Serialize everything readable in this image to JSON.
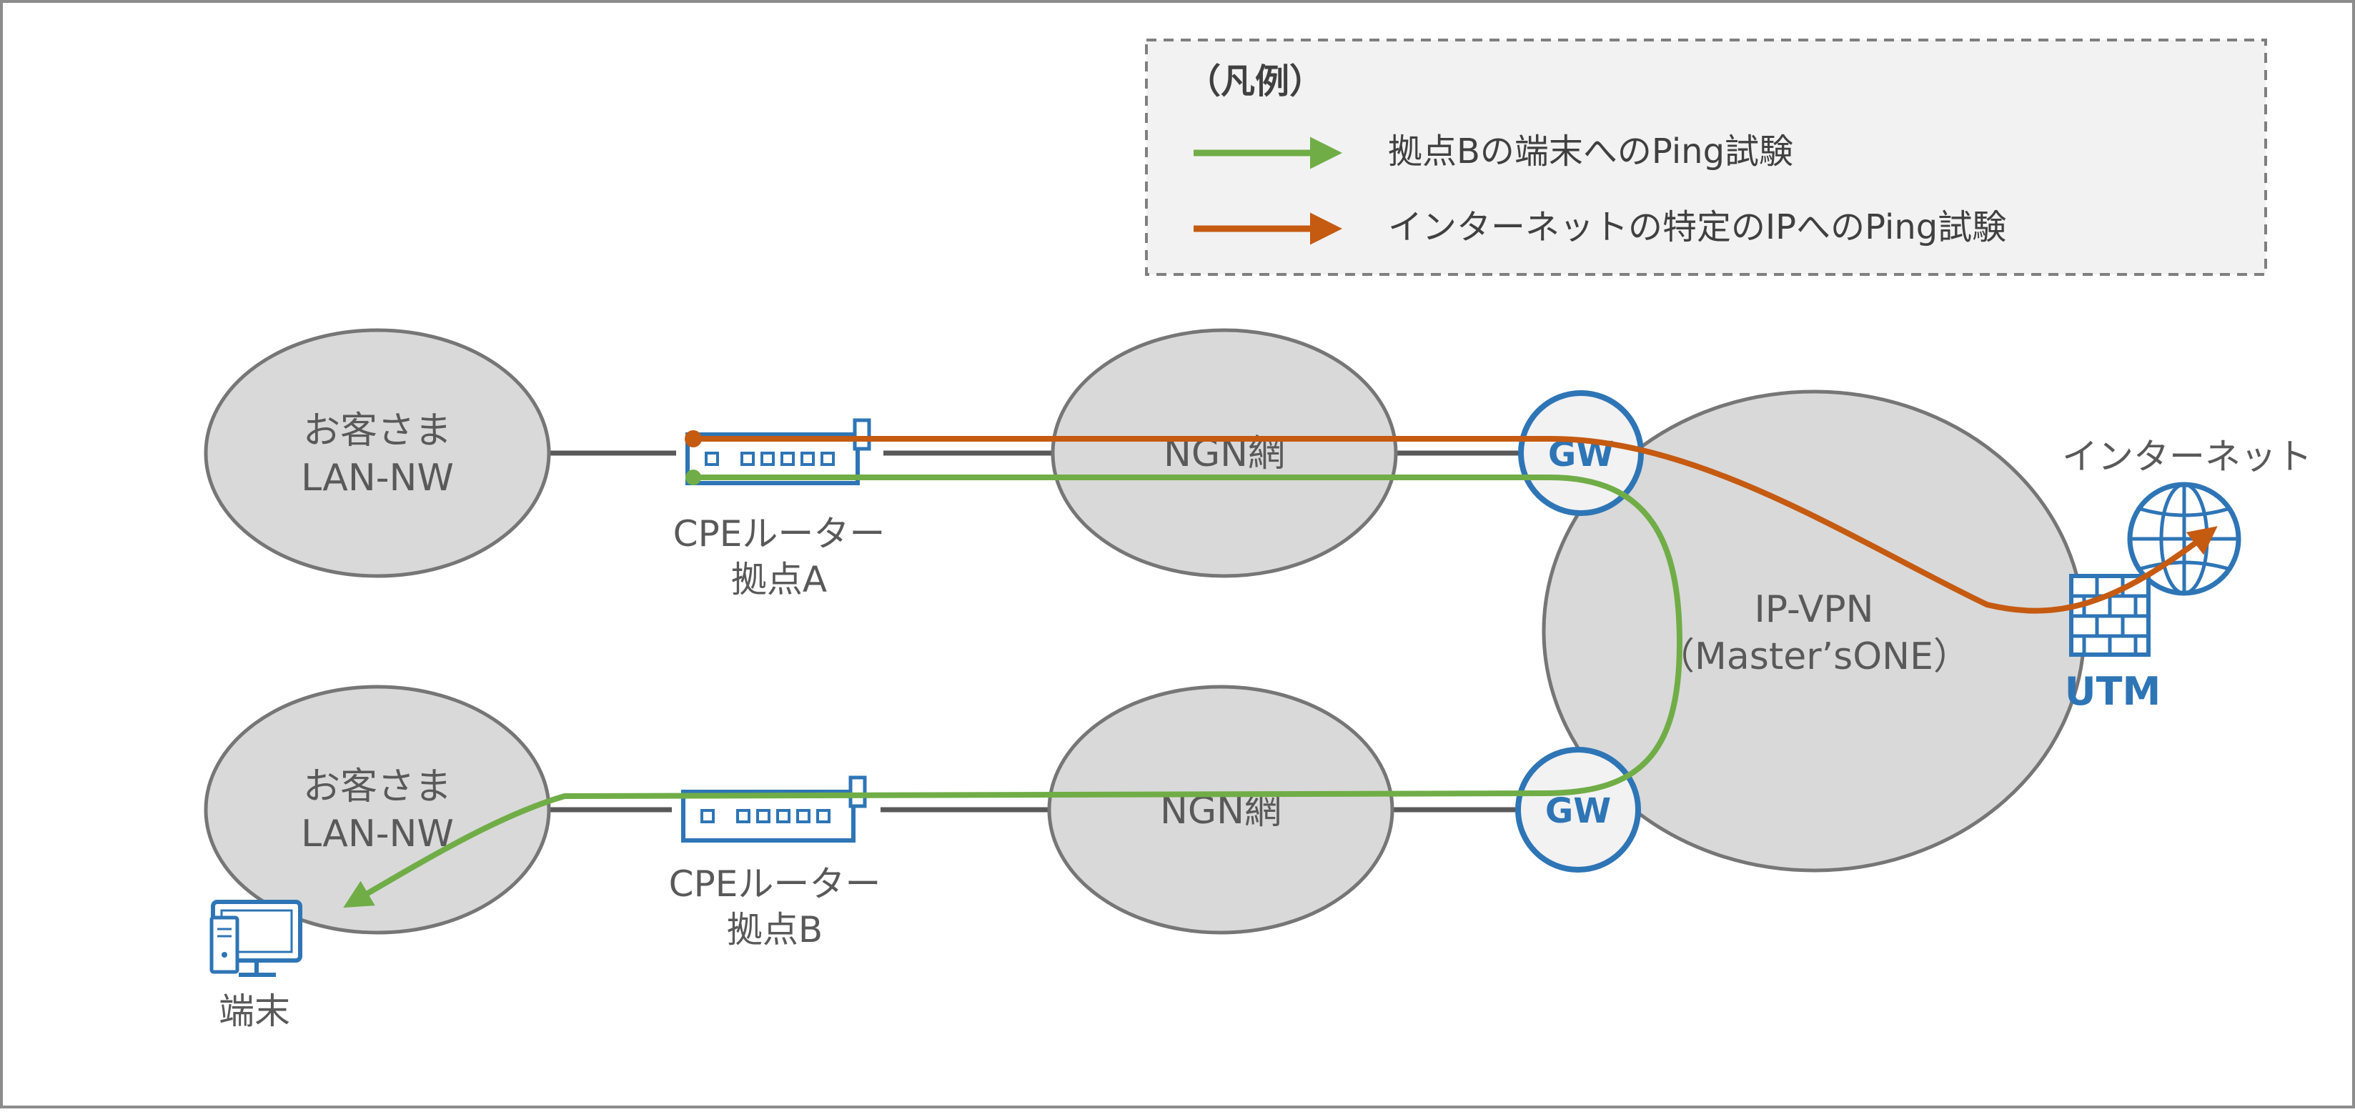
{
  "legend": {
    "title": "（凡例）",
    "items": [
      {
        "label": "拠点Bの端末へのPing試験",
        "color": "#70ad47"
      },
      {
        "label": "インターネットの特定のIPへのPing試験",
        "color": "#c55a11"
      }
    ]
  },
  "nodes": {
    "lan_a": {
      "line1": "お客さま",
      "line2": "LAN-NW"
    },
    "lan_b": {
      "line1": "お客さま",
      "line2": "LAN-NW"
    },
    "cpe_a": {
      "line1": "CPEルーター",
      "line2": "拠点A"
    },
    "cpe_b": {
      "line1": "CPEルーター",
      "line2": "拠点B"
    },
    "ngn_a": {
      "label": "NGN網"
    },
    "ngn_b": {
      "label": "NGN網"
    },
    "gw_a": {
      "label": "GW"
    },
    "gw_b": {
      "label": "GW"
    },
    "ipvpn": {
      "line1": "IP-VPN",
      "line2": "（Master’sONE）"
    },
    "internet": {
      "label": "インターネット"
    },
    "utm": {
      "label": "UTM"
    },
    "terminal": {
      "label": "端末"
    }
  },
  "colors": {
    "green_path": "#70ad47",
    "orange_path": "#c55a11",
    "blue_icon": "#2e75b6",
    "cloud_fill": "#d9d9d9",
    "cloud_stroke": "#767676",
    "link_line": "#595959"
  }
}
